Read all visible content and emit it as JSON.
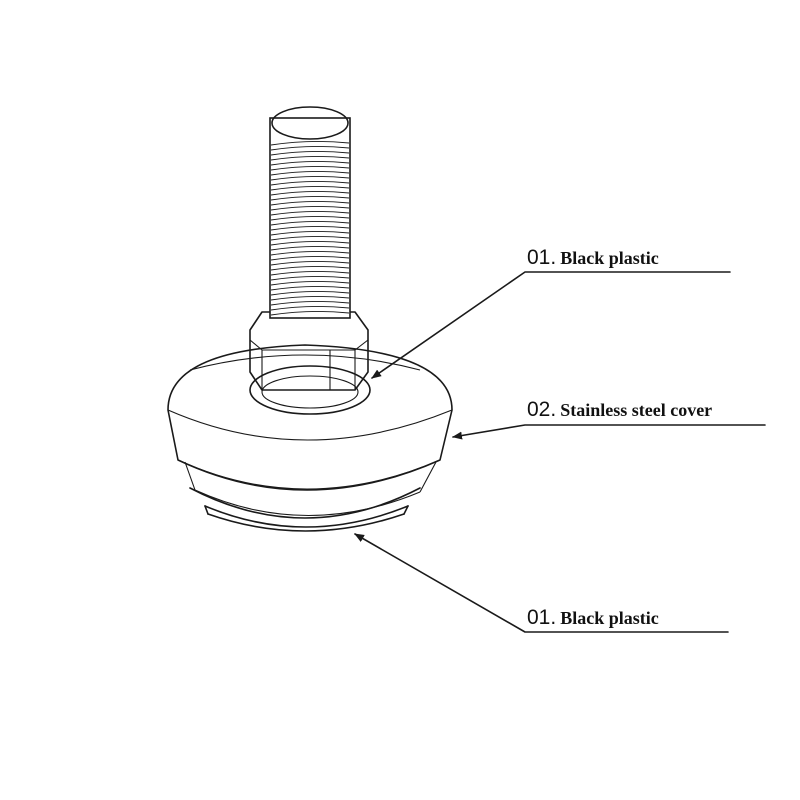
{
  "callouts": [
    {
      "number": "01.",
      "label": "Black plastic"
    },
    {
      "number": "02.",
      "label": "Stainless steel cover"
    },
    {
      "number": "01.",
      "label": "Black plastic"
    }
  ],
  "colors": {
    "ink": "#1a1a1a",
    "background": "#ffffff"
  }
}
